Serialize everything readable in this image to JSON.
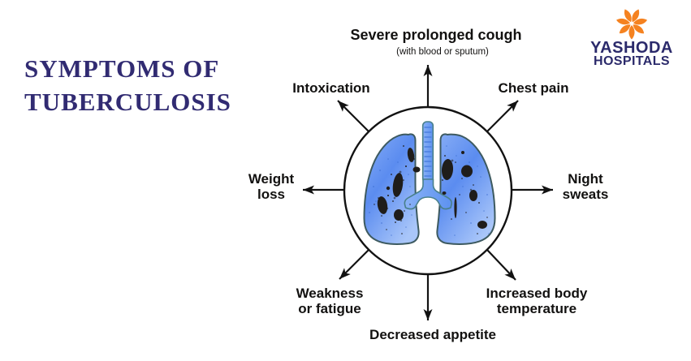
{
  "page": {
    "background": "#FFFFFF"
  },
  "title": {
    "line1": "SYMPTOMS OF",
    "line2": "TUBERCULOSIS",
    "color": "#312B72"
  },
  "logo": {
    "name": "YASHODA",
    "subname": "HOSPITALS",
    "flower_color": "#F58220",
    "text_color": "#2B2A6B"
  },
  "diagram": {
    "center_illustration": "lungs-with-tuberculosis-lesions",
    "wheel_outline_color": "#121212",
    "lung_colors": {
      "fill": "#5B8CF0",
      "light": "#A9C6F9",
      "outline": "#3D5A60",
      "lesion": "#1F1D1B",
      "trachea": "#6EA0F4"
    },
    "symptoms": [
      {
        "position": "top",
        "label": "Severe prolonged cough",
        "sublabel": "(with blood or sputum)"
      },
      {
        "position": "top-left",
        "label": "Intoxication"
      },
      {
        "position": "top-right",
        "label": "Chest pain"
      },
      {
        "position": "left",
        "label": "Weight\nloss"
      },
      {
        "position": "right",
        "label": "Night\nsweats"
      },
      {
        "position": "bottom-left",
        "label": "Weakness\nor fatigue"
      },
      {
        "position": "bottom-right",
        "label": "Increased body\ntemperature"
      },
      {
        "position": "bottom",
        "label": "Decreased appetite"
      }
    ]
  }
}
